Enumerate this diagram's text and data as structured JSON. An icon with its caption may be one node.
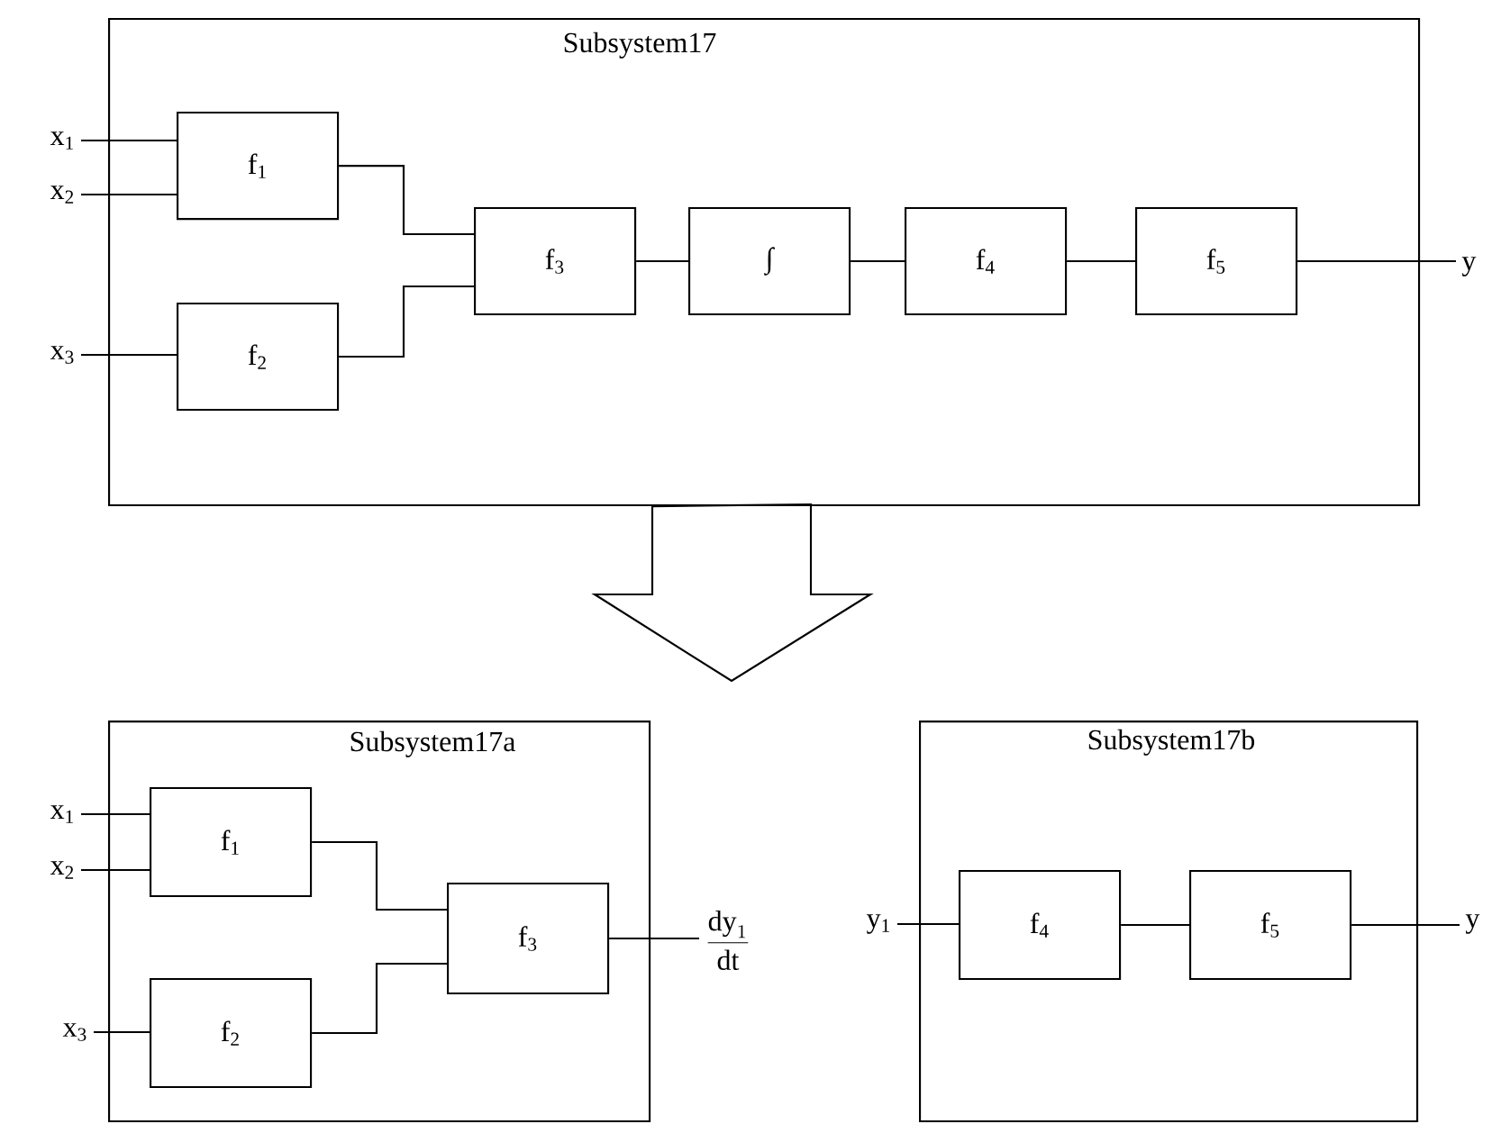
{
  "diagram": {
    "nodes": [
      {
        "text": [
          "Subsystem17"
        ]
      },
      {
        "text": [
          "f$_{1}$"
        ],
        "in": 0
      },
      {
        "text": [
          "f$_{2}$"
        ],
        "in": 0
      },
      {
        "text": [
          "f$_{3}$"
        ],
        "in": 0
      },
      {
        "text": [
          "∫"
        ],
        "in": 0
      },
      {
        "text": [
          "f$_{4}$"
        ],
        "in": 0
      },
      {
        "text": [
          "f$_{5}$"
        ],
        "in": 0
      },
      {
        "text": [
          "x$_{1}$"
        ]
      },
      {
        "text": [
          "x$_{2}$"
        ]
      },
      {
        "text": [
          "x$_{3}$"
        ]
      },
      {
        "text": [
          "y"
        ]
      },
      {
        "text": [
          "Subsystem17a"
        ]
      },
      {
        "text": [
          "f$_{1}$"
        ],
        "in": 11
      },
      {
        "text": [
          "f$_{2}$"
        ],
        "in": 11
      },
      {
        "text": [
          "f$_{3}$"
        ],
        "in": 11
      },
      {
        "text": [
          "x$_{1}$"
        ]
      },
      {
        "text": [
          "x$_{2}$"
        ]
      },
      {
        "text": [
          "x$_{3}$"
        ]
      },
      {
        "text": [
          "\\frac{\\mathrm{dy}_{1}}{\\mathrm{dt}}"
        ]
      },
      {
        "text": [
          "Subsystem17b"
        ]
      },
      {
        "text": [
          "f$_{4}$"
        ],
        "in": 19
      },
      {
        "text": [
          "f$_{5}$"
        ],
        "in": 19
      },
      {
        "text": [
          "y$_{1}$"
        ]
      },
      {
        "text": [
          "y"
        ]
      }
    ],
    "edges": [
      {
        "from": 7,
        "to": 1,
        "arrow": "none"
      },
      {
        "from": 8,
        "to": 1,
        "arrow": "none"
      },
      {
        "from": 9,
        "to": 2,
        "arrow": "none"
      },
      {
        "from": 1,
        "to": 3,
        "arrow": "none"
      },
      {
        "from": 2,
        "to": 3,
        "arrow": "none"
      },
      {
        "from": 3,
        "to": 4,
        "arrow": "none"
      },
      {
        "from": 4,
        "to": 5,
        "arrow": "none"
      },
      {
        "from": 5,
        "to": 6,
        "arrow": "none"
      },
      {
        "from": 6,
        "to": 10,
        "arrow": "none"
      },
      {
        "from": 0,
        "to": null,
        "arrow": "to"
      },
      {
        "from": 15,
        "to": 12,
        "arrow": "none"
      },
      {
        "from": 16,
        "to": 12,
        "arrow": "none"
      },
      {
        "from": 17,
        "to": 13,
        "arrow": "none"
      },
      {
        "from": 12,
        "to": 14,
        "arrow": "none"
      },
      {
        "from": 13,
        "to": 14,
        "arrow": "none"
      },
      {
        "from": 14,
        "to": 18,
        "arrow": "none"
      },
      {
        "from": 22,
        "to": 20,
        "arrow": "none"
      },
      {
        "from": 20,
        "to": 21,
        "arrow": "none"
      },
      {
        "from": 21,
        "to": 23,
        "arrow": "none"
      }
    ]
  }
}
